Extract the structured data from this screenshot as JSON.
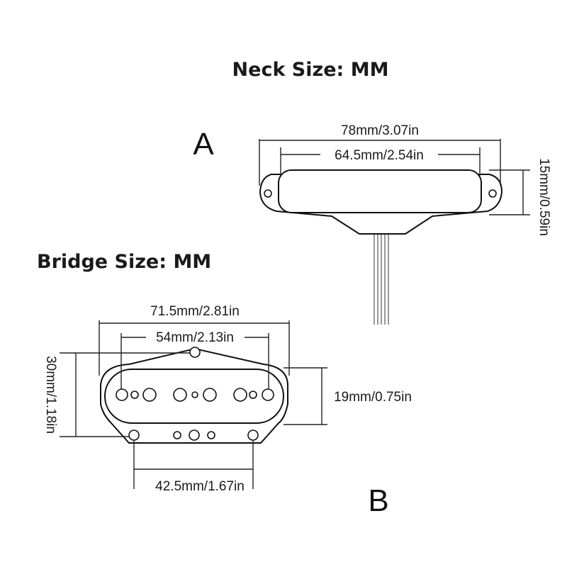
{
  "neck": {
    "title": "Neck Size: MM",
    "letter": "A",
    "overall_width": "78mm/3.07in",
    "cover_width": "64.5mm/2.54in",
    "height": "15mm/0.59in"
  },
  "bridge": {
    "title": "Bridge Size: MM",
    "letter": "B",
    "overall_width": "71.5mm/2.81in",
    "inner_hole_spacing": "54mm/2.13in",
    "height": "30mm/1.18in",
    "cover_height": "19mm/0.75in",
    "bottom_hole_spacing": "42.5mm/1.67in"
  }
}
